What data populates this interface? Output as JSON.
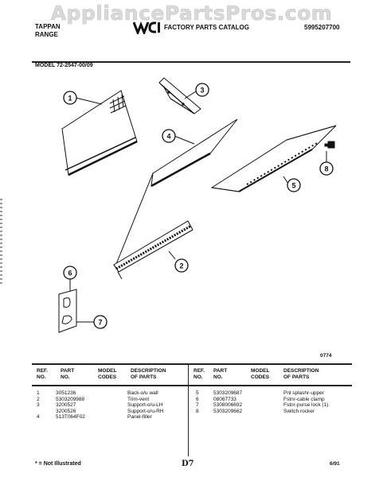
{
  "watermark": "AppliancePartsPros.com",
  "header": {
    "brand_line1": "TAPPAN",
    "brand_line2": "RANGE",
    "logo_text": "WCI",
    "catalog_title": "FACTORY PARTS CATALOG",
    "catalog_number": "5995207700",
    "model_line": "MODEL 72-2547-00/09"
  },
  "diagram": {
    "callouts": [
      "1",
      "2",
      "3",
      "4",
      "5",
      "6",
      "7",
      "8"
    ]
  },
  "figure_code": "0774",
  "parts_table": {
    "headers": {
      "ref_no": [
        "REF.",
        "NO."
      ],
      "part_no": [
        "PART",
        "NO."
      ],
      "model_codes": [
        "MODEL",
        "CODES"
      ],
      "description": [
        "DESCRIPTION",
        "OF PARTS"
      ]
    },
    "left_rows": [
      {
        "ref": "1",
        "part": "3051236",
        "desc": "Back-o/u wall"
      },
      {
        "ref": "2",
        "part": "5303209988",
        "desc": "Trim-vent"
      },
      {
        "ref": "3",
        "part": "3200527",
        "desc": "Support-o/u-LH"
      },
      {
        "ref": "",
        "part": "3200526",
        "desc": "Support-o/u-RH"
      },
      {
        "ref": "4",
        "part": "513T064F02",
        "desc": "Panel-filler"
      }
    ],
    "right_rows": [
      {
        "ref": "5",
        "part": "5303209687",
        "desc": "Pnl splashr-upper"
      },
      {
        "ref": "6",
        "part": "08067733",
        "desc": "Fstnr-cable clamp"
      },
      {
        "ref": "7",
        "part": "5308006692",
        "desc": "Fstnr-purse lock (1)"
      },
      {
        "ref": "8",
        "part": "5303209662",
        "desc": "Switch rocker"
      }
    ]
  },
  "footer": {
    "note": "* = Not Illustrated",
    "page_code": "D7",
    "date": "6/91"
  }
}
